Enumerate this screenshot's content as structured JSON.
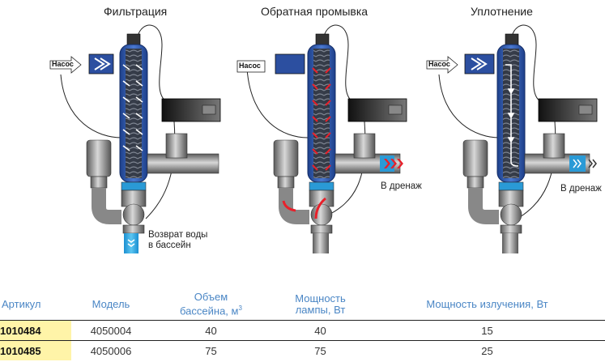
{
  "panels": [
    {
      "title": "Фильтрация",
      "pump_label": "Насос",
      "outlet_label": "Возврат воды\nв бассейн",
      "outlet_line1": "Возврат воды",
      "outlet_line2": "в бассейн",
      "flow_color": "#ffffff"
    },
    {
      "title": "Обратная промывка",
      "pump_label": "Насос",
      "outlet_label": "В дренаж",
      "flow_color": "#e8202a"
    },
    {
      "title": "Уплотнение",
      "pump_label": "Насос",
      "outlet_label": "В дренаж",
      "flow_color": "#ffffff"
    }
  ],
  "colors": {
    "vessel_blue": "#2f5fb3",
    "water_blue": "#29a8e0",
    "pipe_gray": "#8c8c8c",
    "header_text": "#4a86c5",
    "highlight": "#fff4a8"
  },
  "table": {
    "headers": [
      "Артикул",
      "Модель",
      "Объем\nбассейна, м³",
      "Мощность\nлампы, Вт",
      "Мощность излучения, Вт"
    ],
    "header_parts": {
      "volume_1": "Объем",
      "volume_2": "бассейна, м",
      "volume_sup": "3",
      "lamp_1": "Мощность",
      "lamp_2": "лампы, Вт"
    },
    "rows": [
      {
        "article": "1010484",
        "model": "4050004",
        "volume": "40",
        "lamp": "40",
        "radiation": "15"
      },
      {
        "article": "1010485",
        "model": "4050006",
        "volume": "75",
        "lamp": "75",
        "radiation": "25"
      }
    ]
  }
}
